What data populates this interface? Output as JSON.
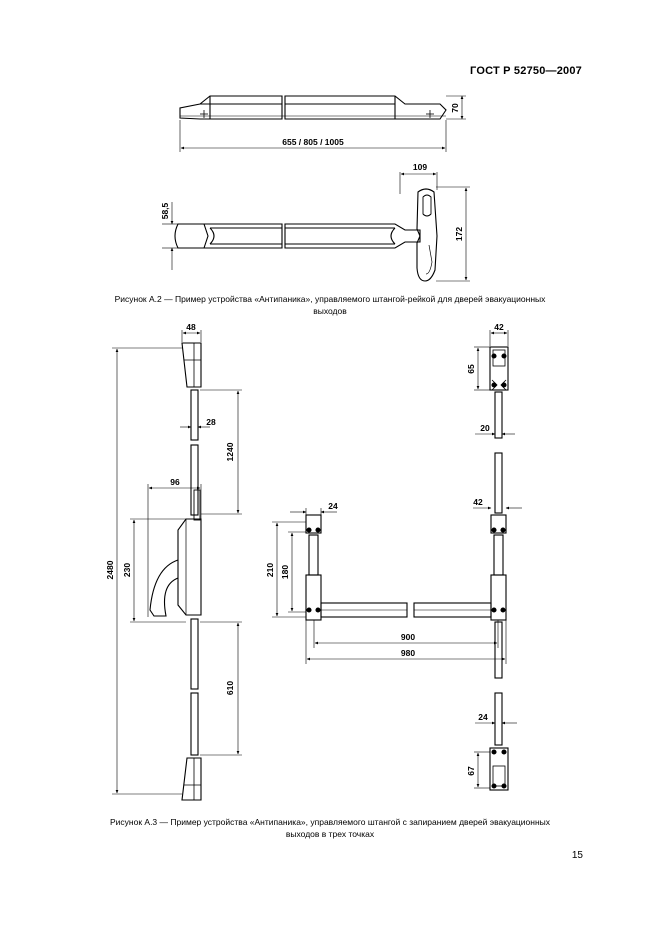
{
  "header": {
    "doc_code": "ГОСТ Р 52750—2007"
  },
  "figure_a2": {
    "caption_line1": "Рисунок А.2 — Пример устройства «Антипаника», управляемого штангой-рейкой для дверей эвакуационных",
    "caption_line2": "выходов",
    "dim_length": "655 / 805 / 1005",
    "dim_height": "70",
    "dim_handle_width": "109",
    "dim_handle_height": "172",
    "dim_bar": "58,5"
  },
  "figure_a3": {
    "caption_line1": "Рисунок А.3 — Пример устройства «Антипаника», управляемого штангой с запиранием дверей эвакуационных",
    "caption_line2": "выходов в трех точках",
    "left_view": {
      "dim_top_width": "48",
      "dim_rod": "28",
      "dim_1240": "1240",
      "dim_96": "96",
      "dim_230": "230",
      "dim_2480": "2480",
      "dim_610": "610"
    },
    "right_view": {
      "dim_top_width": "42",
      "dim_top_height": "65",
      "dim_rod": "20",
      "dim_24_mid": "24",
      "dim_42_mid": "42",
      "dim_210": "210",
      "dim_180": "180",
      "dim_900": "900",
      "dim_980": "980",
      "dim_24_bot": "24",
      "dim_67": "67"
    }
  },
  "footer": {
    "page_number": "15"
  }
}
